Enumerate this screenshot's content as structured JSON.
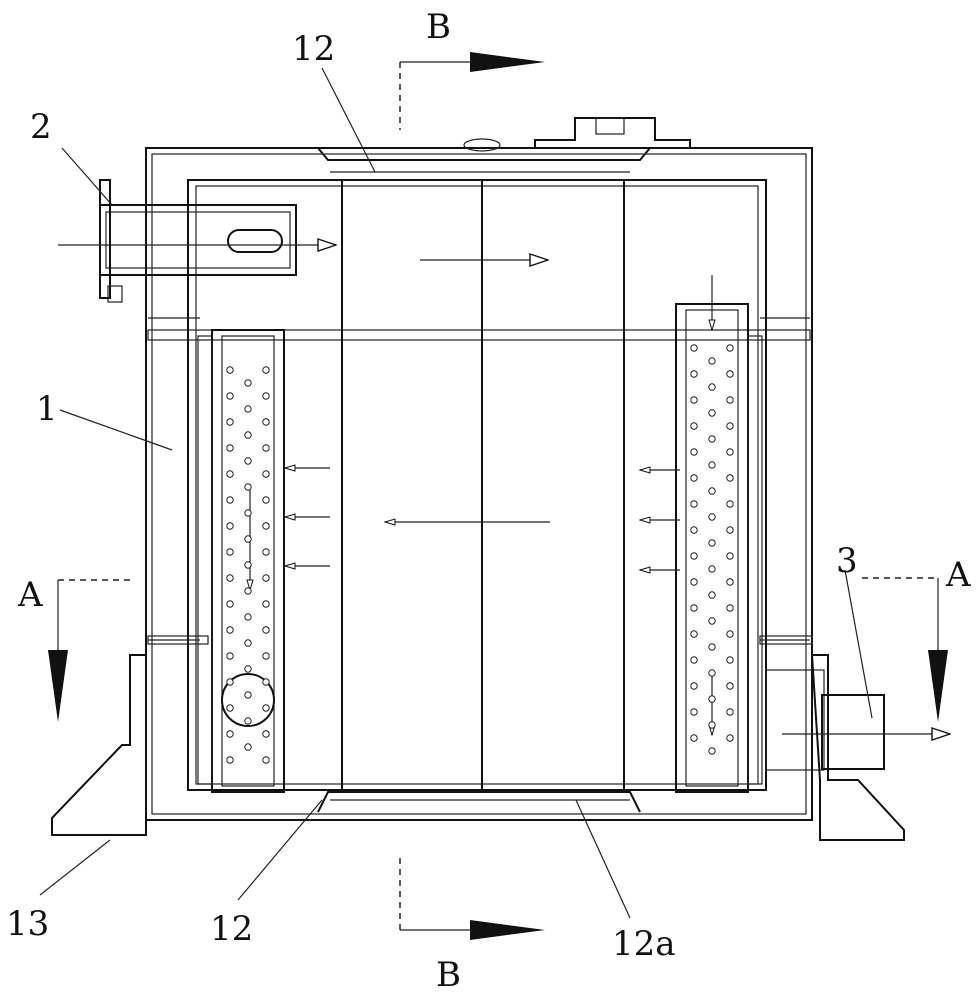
{
  "labels": {
    "part_1": "1",
    "part_2": "2",
    "part_3": "3",
    "part_12_top": "12",
    "part_12_bottom": "12",
    "part_12a": "12a",
    "part_13": "13",
    "section_a_left": "A",
    "section_a_right": "A",
    "section_b_top": "B",
    "section_b_bottom": "B"
  }
}
